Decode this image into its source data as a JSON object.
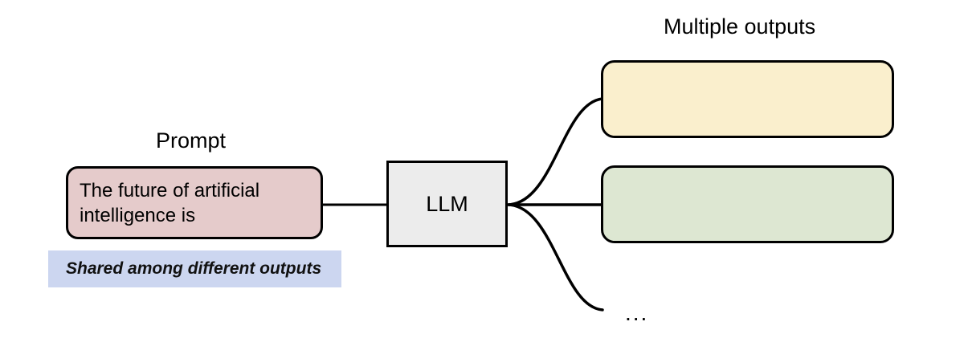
{
  "diagram": {
    "title_internal": "LLM multiple outputs from a shared prompt",
    "background_color": "#ffffff",
    "stroke_color": "#000000"
  },
  "prompt": {
    "label": "Prompt",
    "text": "The future of artificial intelligence is",
    "fill_color": "#e5cbcb"
  },
  "shared_note": {
    "text": "Shared among different outputs",
    "fill_color": "#ccd6f0"
  },
  "model": {
    "label": "LLM",
    "fill_color": "#ececec"
  },
  "outputs": {
    "label": "Multiple outputs",
    "ellipsis": "...",
    "boxes": [
      {
        "name": "output-1",
        "text": "",
        "fill_color": "#faefcd"
      },
      {
        "name": "output-2",
        "text": "",
        "fill_color": "#dde7d2"
      }
    ]
  }
}
